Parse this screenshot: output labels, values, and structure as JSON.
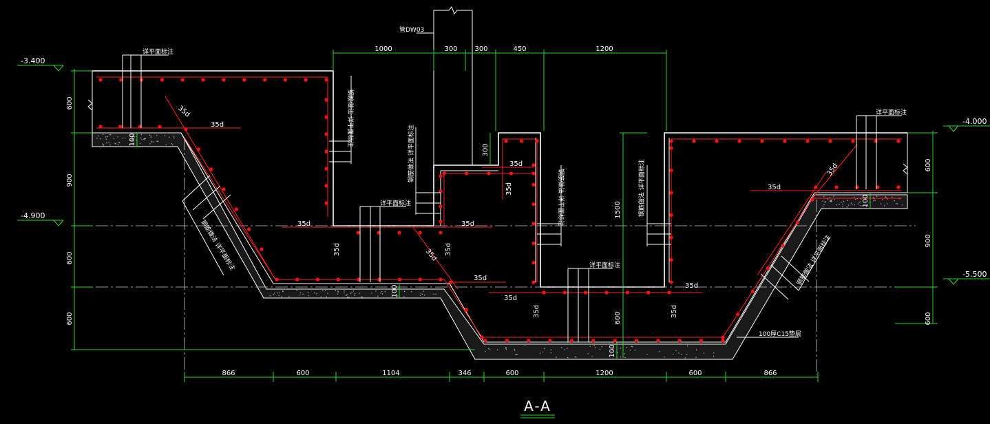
{
  "drawing": {
    "title": "A-A",
    "levels": [
      "-3.400",
      "-4.900",
      "-4.000",
      "-5.500"
    ],
    "top_dims": [
      "1000",
      "300",
      "300",
      "450",
      "1200"
    ],
    "bottom_dims": [
      "866",
      "600",
      "1104",
      "346",
      "600",
      "1200",
      "600",
      "866"
    ],
    "left_dims": [
      "600",
      "900",
      "600",
      "600"
    ],
    "right_dims": [
      "600",
      "900",
      "600"
    ],
    "inner_dims": [
      "100",
      "100",
      "100",
      "100",
      "300",
      "1500",
      "600"
    ],
    "lap_labels": [
      "35d",
      "35d",
      "35d",
      "35d",
      "35d",
      "35d",
      "35d",
      "35d",
      "35d",
      "35d",
      "35d",
      "35d",
      "35d",
      "35d",
      "35d",
      "35d"
    ],
    "notes": {
      "pipe": "管DW03",
      "bar_note": "详平面标注",
      "wall_note": "钢筋做法 详平面标注",
      "cushion": "100厚C15垫层"
    },
    "colors": {
      "rebar": "#ff2222",
      "dimension": "#22dd22",
      "outline": "#ffffff",
      "background": "#000000"
    }
  }
}
